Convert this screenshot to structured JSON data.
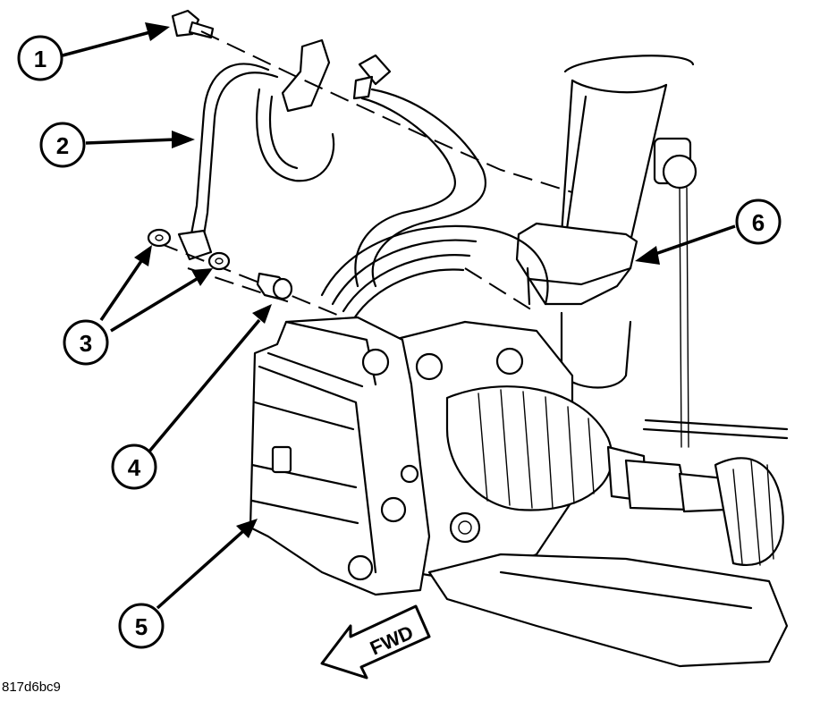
{
  "figure_id": "817d6bc9",
  "direction_label": "FWD",
  "callouts": [
    {
      "label": "1"
    },
    {
      "label": "2"
    },
    {
      "label": "3"
    },
    {
      "label": "4"
    },
    {
      "label": "5"
    },
    {
      "label": "6"
    }
  ]
}
